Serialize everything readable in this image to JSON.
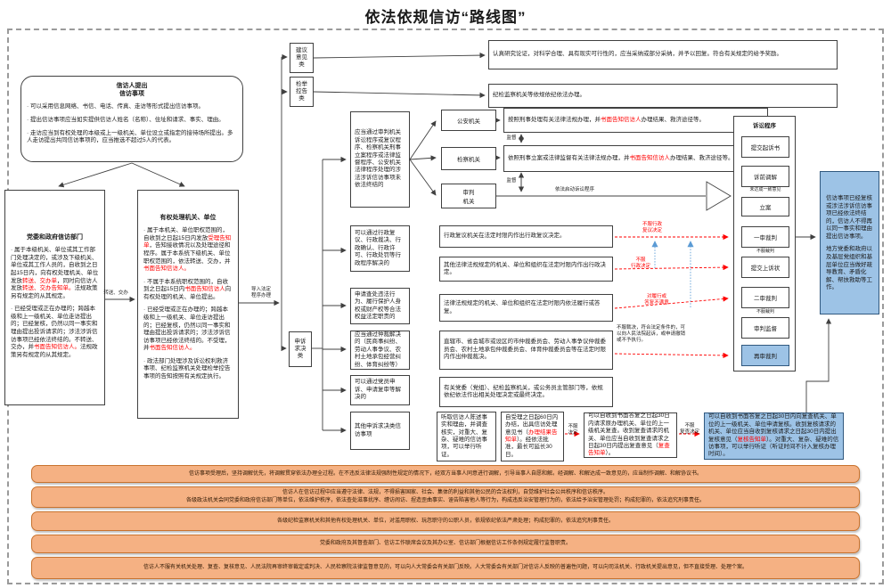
{
  "title": "依法依规信访“路线图”",
  "colors": {
    "red_accent": "#FF0000",
    "blue_fill": "#9DC3E6",
    "orange_fill": "#F5B183"
  },
  "petitioner": {
    "title": "信访人提出\n信访事项",
    "bullets": [
      "· 可以采用信息网络、书信、电话、传真、走访等形式提出信访事项。",
      "· 提出信访事项应当如实提供信访人姓名（名称）、住址和请求、事实、理由。",
      "· 走访应当到有权处理的本级或上一级机关、单位设立或指定的接待场所提出。多人走访提出共同信访事项的，应当推选不超过5人的代表。"
    ]
  },
  "party": {
    "title": "党委和政府信访部门",
    "p1": [
      "· 属于本级机关、单位或其工作部门处理决定的，或涉及下级机关、单位或其工作人员的，自收到之日起15日内，向有权处理机关、单位发放",
      "转送、交办单",
      "，同时向信访人发放",
      "转送、交办告知单。",
      "法规政策另有规定的从其规定。"
    ],
    "p2": [
      "· 已经受理或正在办理的；跨越本级和上一级机关、单位走访提出的；已经复核，仍然以同一事实和理由提出投诉请求的；涉法涉诉信访事项已经依法终结的。不转送、交办，并",
      "书面告知信访人。",
      "法规政策另有规定的从其规定。"
    ]
  },
  "authority": {
    "title": "有权处理机关、单位",
    "p1": [
      "· 属于本机关、单位职权范围的，自收到之日起15日内发放",
      "受理告知单",
      "，告知接收情况以及处理途径和程序。属于本系统下级机关、单位职权范围的，依法转送、交办，并",
      "书面告知信访人。"
    ],
    "p2": [
      "· 不属于本系统职权范围的，自收到之日起15日内",
      "书面告知信访人",
      "向有权处理的机关、单位提出。"
    ],
    "p3": [
      "· 已经受理或正在办理的；跨越本级和上一级机关、单位走访提出的；已经复核，仍然以同一事实和理由提出投诉请求的；涉法涉诉信访事项已经依法终结的。不受理，并",
      "书面告知信访人。"
    ],
    "p4": "· 政法部门处理涉及诉讼权利救济事项、纪检监察机关处理检举控告事项的告知按照有关规定执行。"
  },
  "labels": {
    "transfer": "转送、交办",
    "import": "导入法定\n程序办理",
    "supervise": "监督",
    "start_proc": "依法启动诉讼程序"
  },
  "categories": {
    "suggestion": "建议\n意见\n类",
    "report": "检举\n控告\n类",
    "appeal": "申诉\n求决\n类"
  },
  "results": {
    "suggestion": "认真研究论证，对科学合理、具有现实可行性的，应当采纳或部分采纳，并予以回复。符合有关规定的给予奖励。",
    "report": "纪检监察机关等依规依纪依法办理。"
  },
  "litigation": {
    "condition": "应当通过审判机关诉讼程序或复议程序、检察机关刑事立案程序或法律监督程序、公安机关法律程序处理的涉法涉诉信访事项未依法终结的",
    "police": "公安机关",
    "procuratorate": "检察机关",
    "court": "审判\n机关",
    "police_result": [
      "按照刑事处理有关法律法规办理，并",
      "书面告知信访人",
      "办理结果、救济途径等。"
    ],
    "proc_result": [
      "依照刑事立案或法律监督有关法律法规办理，并",
      "书面告知信访人",
      "办理结果、救济途径等。"
    ]
  },
  "procedure": {
    "title": "诉讼程序",
    "steps": [
      "提交起诉书",
      "诉前调解",
      "立案",
      "一审裁判",
      "提交上诉状",
      "二审裁判",
      "审判监督",
      "再审裁判"
    ],
    "no_agree": "未达成一致意见",
    "dissent": "不服裁判"
  },
  "bluepanel": {
    "p1": "信访事项已经复核或涉法涉诉信访事项已经依法终结的，信访人不得再以同一事实和理由提出信访事项。",
    "p2": "地方党委和政府以及基层党组织和基层单位应当做好疏导教育、矛盾化解、帮扶救助等工作。"
  },
  "appeal_conditions": {
    "c2": "可以通过行政复议、行政裁决、行政确认、行政许可、行政处罚等行政程序解决的",
    "c3": "申请查处违法行为、履行保护人身权或财产权等合法权益法定职责的",
    "c4": "应当通过仲裁解决的（民商事纠纷、劳动人事争议、农村土地承包经营纠纷、体育纠纷等）",
    "c5": "可以通过党员申诉、申请复审等解决的",
    "c6": "其他申诉求决类信访事项"
  },
  "appeal_results": {
    "r2a": "行政复议机关在法定时限内作出行政复议决定。",
    "r2b": "其他法律法规规定的机关、单位和组织在法定时限内作出行政决定。",
    "r3": "法律法规规定的机关、单位和组织在法定时限内依法履行或答复。",
    "r4": "直辖市、省会城市或设区的市仲裁委员会、劳动人事争议仲裁委员会、农村土地承包仲裁委员会、体育仲裁委员会等在法定时限内作出仲裁裁决。",
    "r5": "有关党委（党组）、纪检监察机关，或公务员主管部门等，依规依纪依法作出相关处理决定或最终决定。"
  },
  "chain": {
    "c1": "听取信访人陈述事实和理由，并调查核实，对重大、复杂、疑难的信访事项，可以举行听证。",
    "c2": [
      "自受理之日起60日内办结，出具信访处理意见书（",
      "办理结果告知单",
      "）。经依法批准，最长可延长30日。"
    ],
    "c3": [
      "可以自收到书面答复之日起30日内请求原办理机关、单位的上一级机关复查。收到复查请求的机关、单位应当自收到复查请求之日起30日内提出复查意见（",
      "复查告知单",
      "）。"
    ],
    "c4": [
      "可以自收到书面答复之日起30日内向复查机关、单位的上一级机关、单位申请复核。收到复核请求的机关、单位应当自收到复核请求之日起30日内提出复核意见（",
      "复核告知单",
      "）。对重大、复杂、疑难的信访事项，可以举行听证（听证时间不计入复核办理时间）。"
    ]
  },
  "flow_labels": {
    "no_review": "不服行政\n复议决定",
    "no_decision": "不服\n行政决定",
    "no_perform": "对履行或\n答复不满意",
    "no_award": "不服裁决，符合法定条件的，可以向人民法院起诉，或申请撤销或不予执行。",
    "no_opinion": "不服\n决定",
    "no_recheck": "不服\n复查决定"
  },
  "notes": [
    "信访事项受理后，坚持调解优先，将调解贯穿依法办理全过程。在不违反法律法规强制性规定的情况下，经双方当事人同意进行调解，引导当事人自愿和解。经调解、和解达成一致意见的，应当制作调解、和解协议书。",
    "信访人在信访过程中应当遵守法律、法规，不得损害国家、社会、集体的利益和其他公民的合法权利，自觉维护社会公共秩序和信访秩序。\n各级政法机关会同党委和政府信访部门等单位，依法维护秩序，依法查处滋事扰序、缠访闹访、捏造歪曲事实、诬告陷害他人等行为，构成违反治安管理行为的，依法给予治安管理处罚；构成犯罪的，依法追究刑事责任。",
    "各级纪检监察机关和其他有权处理机关、单位，对滥用职权、玩忽职守的公职人员，依规依纪依法严肃处理；构成犯罪的，依法追究刑事责任。",
    "党委和政府及其督查部门、信访工作联席会议及其办公室、信访部门根据信访工作条例规定履行监督职责。",
    "信访人不服有关机关处理、复查、复核意见、人民法院再审终审裁定或判决、人民检察院法律监督意见的，可以向人大常委会有关部门反映。人大常委会有关部门对信访人反映的普遍性问题，可以向司法机关、行政机关提出意见，但不直接受理、处理个案。"
  ]
}
